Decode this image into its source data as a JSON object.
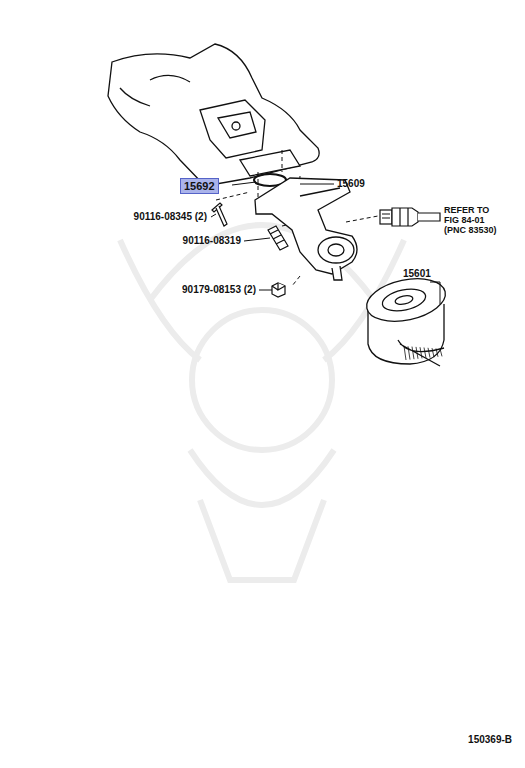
{
  "diagram": {
    "nodes": [
      {
        "text": [
          "15692"
        ]
      }
    ],
    "labels": [
      "15609",
      "90116-08345 (2)",
      "90116-08319",
      "90179-08153 (2)",
      "REFER TO",
      "FIG 84-01",
      "(PNC 83530)",
      "15601",
      "150369-B"
    ]
  }
}
